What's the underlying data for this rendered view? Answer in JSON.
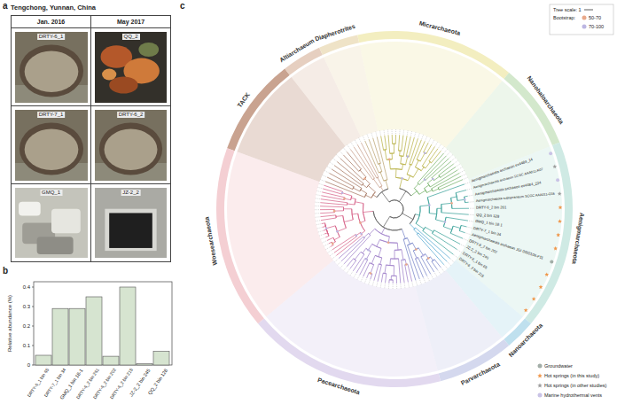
{
  "diagram": {
    "nodes": [
      {
        "text": [
          "Tengchong, Yunnan, China"
        ]
      },
      {
        "text": [
          "Jan. 2016"
        ],
        "in": 0
      },
      {
        "text": [
          "May 2017"
        ],
        "in": 0
      },
      {
        "text": [
          "DRTY-6_1"
        ],
        "in": 0
      },
      {
        "text": [
          "QQ_2"
        ],
        "in": 0
      },
      {
        "text": [
          "DRTY-7_1"
        ],
        "in": 0
      },
      {
        "text": [
          "DRTY-6_2"
        ],
        "in": 0
      },
      {
        "text": [
          "GMQ_1"
        ],
        "in": 0
      },
      {
        "text": [
          "JZ-2_2"
        ],
        "in": 0
      }
    ],
    "labels": [
      "a",
      "b",
      "c",
      "Relative abundance (%)",
      "0.4",
      "0.3",
      "0.2",
      "0.1",
      "0",
      "DRTY-6_1 bin 65",
      "DRTY-7_1 bin 34",
      "GMQ_1 bin 18-1",
      "DRTY-6_2 bin 261",
      "DRTY-6_2 bin 202",
      "DRTY-6_2 bin 215",
      "JZ-2_2 bin 245",
      "QQ_2 bin 128",
      "TACK",
      "Altiarchaeum",
      "Diapherotrites",
      "Micrarchaeota",
      "Nanohaloarchaeota",
      "Aenigmarchaeota",
      "Nanoarchaeota",
      "Parvarchaeota",
      "Pacearchaeota",
      "Woesearchaeota",
      "Bootstrap:",
      "Aenigmarchaeota archaeon ex4484_14",
      "Aenigmarchaeota archaeon SCGC AAA011-K07",
      "Aenigmarchaeota archaeon ex4484_224",
      "Aenigmarchaeota subterraneum SCGC AAA011-O16",
      "DRTY-6_2 bin 261",
      "QQ_2 bin 128",
      "GMQ_1 bin 18-1",
      "DRTY-7_1 bin 34",
      "Aenigmarchaeota archaeon JGI 0000106-F11",
      "DRTY-6_2 bin 202",
      "JZ-2_2 bin 245",
      "DRTY-6_1 bin 65",
      "DRTY-6_2 bin 215"
    ],
    "legend": [
      {
        "text": "Tree scale: 1"
      },
      {
        "text": "50-70",
        "color": "#e9a98a"
      },
      {
        "text": "70-100",
        "color": "#bcb6e2"
      },
      {
        "text": "Groundwater",
        "color": "#a3aea8"
      },
      {
        "text": "Hot springs (in this study)",
        "color": "#f0974a"
      },
      {
        "text": "Hot springs (in other studies)",
        "color": "#9c9c9c"
      },
      {
        "text": "Marine hydrothermal vents",
        "color": "#c9c3e6"
      }
    ]
  }
}
